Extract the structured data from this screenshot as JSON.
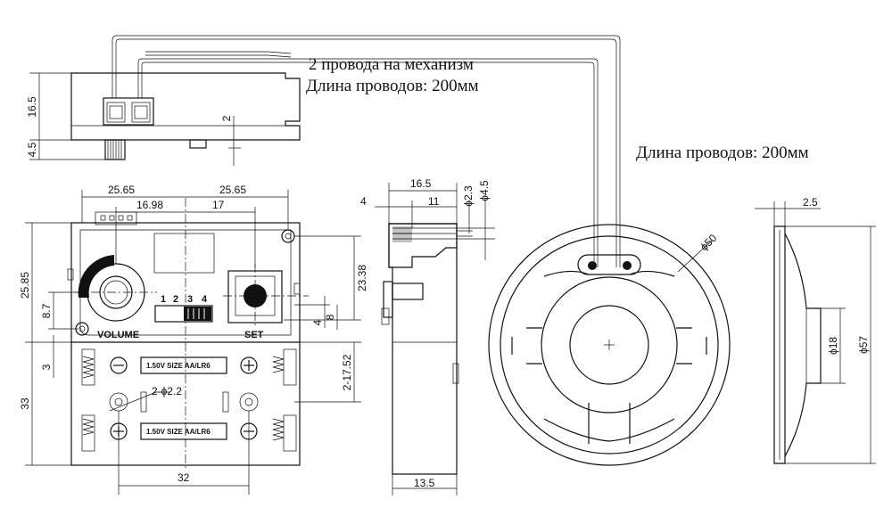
{
  "annotations": {
    "wires_to_mechanism": "2 провода на механизм",
    "wire_length_top": "Длина проводов: 200мм",
    "wire_length_speaker": "Длина проводов: 200мм"
  },
  "labels": {
    "volume": "VOLUME",
    "set": "SET",
    "switch_1": "1",
    "switch_2": "2",
    "switch_3": "3",
    "switch_4": "4",
    "battery_1": "1.50V  SIZE  AA/LR6",
    "battery_2": "1.50V  SIZE  AA/LR6"
  },
  "dimensions": {
    "side_height": "16.5",
    "side_shaft": "4.5",
    "side_gap": "2",
    "front_half_left": "25.65",
    "front_half_right": "25.65",
    "front_16_98": "16.98",
    "front_17": "17",
    "front_25_85": "25.85",
    "front_8_7": "8.7",
    "front_3": "3",
    "front_33": "33",
    "front_23_38": "23.38",
    "front_4": "4",
    "front_8": "8",
    "front_2_17_52": "2-17.52",
    "front_holes": "2-ϕ2.2",
    "front_32": "32",
    "right_16_5": "16.5",
    "right_4": "4",
    "right_11": "11",
    "right_d2_3": "ϕ2.3",
    "right_d4_5": "ϕ4.5",
    "right_13_5": "13.5",
    "speaker_d50": "ϕ50",
    "speaker_2_5": "2.5",
    "speaker_d18": "ϕ18",
    "speaker_d57": "ϕ57"
  }
}
